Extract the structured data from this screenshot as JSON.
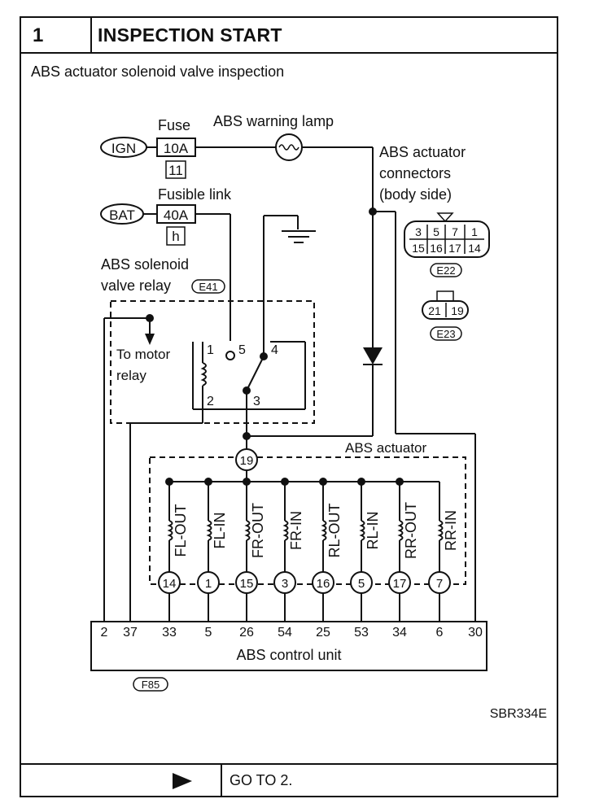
{
  "header": {
    "step_number": "1",
    "title": "INSPECTION START"
  },
  "subtitle": "ABS actuator solenoid valve inspection",
  "diagram": {
    "fuse_label": "Fuse",
    "fuse_rating": "10A",
    "fuse_number": "11",
    "ign_label": "IGN",
    "warning_lamp_label": "ABS warning lamp",
    "fusible_link_label": "Fusible link",
    "fusible_link_rating": "40A",
    "fusible_link_id": "h",
    "bat_label": "BAT",
    "relay_label_line1": "ABS solenoid",
    "relay_label_line2": "valve relay",
    "relay_connector": "E41",
    "motor_relay_line1": "To motor",
    "motor_relay_line2": "relay",
    "relay_terminals": [
      "1",
      "5",
      "4",
      "2",
      "3"
    ],
    "actuator_connectors_line1": "ABS actuator",
    "actuator_connectors_line2": "connectors",
    "actuator_connectors_line3": "(body side)",
    "connector_e22_top": [
      "3",
      "5",
      "7",
      "1"
    ],
    "connector_e22_bottom": [
      "15",
      "16",
      "17",
      "14"
    ],
    "connector_e22_id": "E22",
    "connector_e23_pins": [
      "21",
      "19"
    ],
    "connector_e23_id": "E23",
    "actuator_label": "ABS actuator",
    "actuator_common_pin": "19",
    "solenoids": [
      {
        "name": "FL-OUT",
        "pin": "14"
      },
      {
        "name": "FL-IN",
        "pin": "1"
      },
      {
        "name": "FR-OUT",
        "pin": "15"
      },
      {
        "name": "FR-IN",
        "pin": "3"
      },
      {
        "name": "RL-OUT",
        "pin": "16"
      },
      {
        "name": "RL-IN",
        "pin": "5"
      },
      {
        "name": "RR-OUT",
        "pin": "17"
      },
      {
        "name": "RR-IN",
        "pin": "7"
      }
    ],
    "control_unit_terminals": [
      "2",
      "37",
      "33",
      "5",
      "26",
      "54",
      "25",
      "53",
      "34",
      "6",
      "30"
    ],
    "control_unit_label": "ABS control unit",
    "control_unit_connector": "F85",
    "figure_code": "SBR334E"
  },
  "footer": {
    "action": "GO TO 2."
  }
}
